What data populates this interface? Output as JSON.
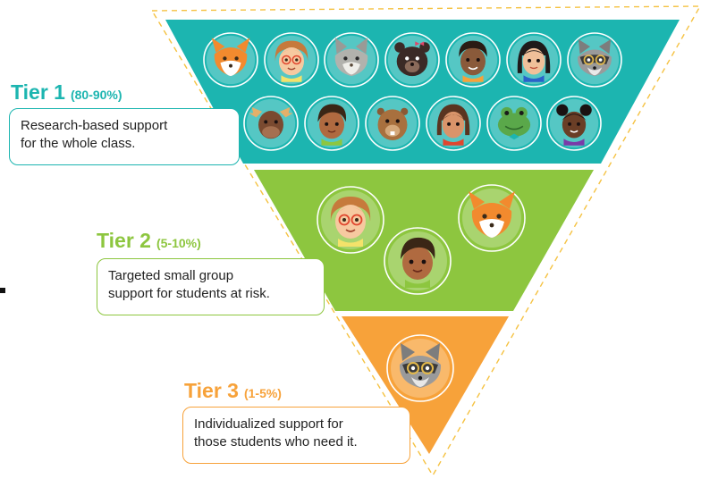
{
  "colors": {
    "tier1": "#1cb5b0",
    "tier2": "#8dc63f",
    "tier3": "#f7a23a",
    "outline": "#f5c242"
  },
  "tiers": [
    {
      "title": "Tier 1",
      "percent": "(80-90%)",
      "description_lines": [
        "Research-based support",
        "for the whole class."
      ],
      "characters": [
        "fox",
        "girl-glasses",
        "lynx",
        "bear-with-bow",
        "boy-curly-hair",
        "girl-dark-hair",
        "raccoon-glasses",
        "moose",
        "boy-brown-hair",
        "beaver",
        "girl-brown-hair",
        "frog-bowtie",
        "girl-afro-puffs"
      ]
    },
    {
      "title": "Tier 2",
      "percent": "(5-10%)",
      "description_lines": [
        "Targeted small group",
        "support for students at risk."
      ],
      "characters": [
        "girl-glasses",
        "boy-brown-hair",
        "fox"
      ]
    },
    {
      "title": "Tier 3",
      "percent": "(1-5%)",
      "description_lines": [
        "Individualized support for",
        "those students who need it."
      ],
      "characters": [
        "raccoon-glasses"
      ]
    }
  ]
}
